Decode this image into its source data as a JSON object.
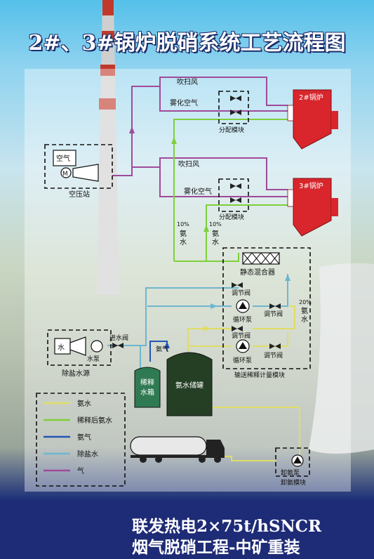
{
  "title": "2#、3#锅炉脱硝系统工艺流程图",
  "footer": {
    "line1": "联发热电2×75t/hSNCR",
    "line2": "烟气脱硝工程-中矿重装"
  },
  "boilers": {
    "b2": "2#锅炉",
    "b3": "3#锅炉"
  },
  "labels": {
    "chuisao_feng_1": "吹扫风",
    "wuhua_kongqi_1": "雾化空气",
    "fenpei_mokuai_1": "分配模块",
    "chuisao_feng_2": "吹扫风",
    "wuhua_kongqi_2": "雾化空气",
    "fenpei_mokuai_2": "分配模块",
    "air_comp": "空压站",
    "air": "空气",
    "motor": "M",
    "pct10_a": "10%",
    "ammonia_water_a": "氨水",
    "pct10_b": "10%",
    "ammonia_water_b": "氨水",
    "static_mixer": "静态混合器",
    "valve_1": "调节阀",
    "circ_pump_1": "循环泵",
    "valve_2": "调节阀",
    "pct20": "20%",
    "ammonia_water_c": "氨水",
    "valve_3": "调节阀",
    "circ_pump_2": "循环泵",
    "valve_4": "调节阀",
    "dilution_module": "输送稀释计量模块",
    "water": "水",
    "water_pump": "水泵",
    "inlet_valve": "进水阀",
    "desalt_source": "除盐水源",
    "ammonia_gas": "氨气",
    "dilution_tank": "稀释水箱",
    "storage_tank": "氨水储罐",
    "unload_pump": "卸氨泵",
    "unload_module": "卸氨模块"
  },
  "legend": [
    {
      "label": "氨水",
      "color": "#e0dd66"
    },
    {
      "label": "稀释后氨水",
      "color": "#7fcf3a"
    },
    {
      "label": "氨气",
      "color": "#2355b5"
    },
    {
      "label": "除盐水",
      "color": "#6fb6cf"
    },
    {
      "label": "气",
      "color": "#a04a9a"
    }
  ],
  "colors": {
    "ammonia": "#e0dd66",
    "diluted": "#7fcf3a",
    "ammonia_gas": "#2355b5",
    "desalted": "#6fb6cf",
    "gas": "#a04a9a",
    "boiler": "#d8262c"
  }
}
